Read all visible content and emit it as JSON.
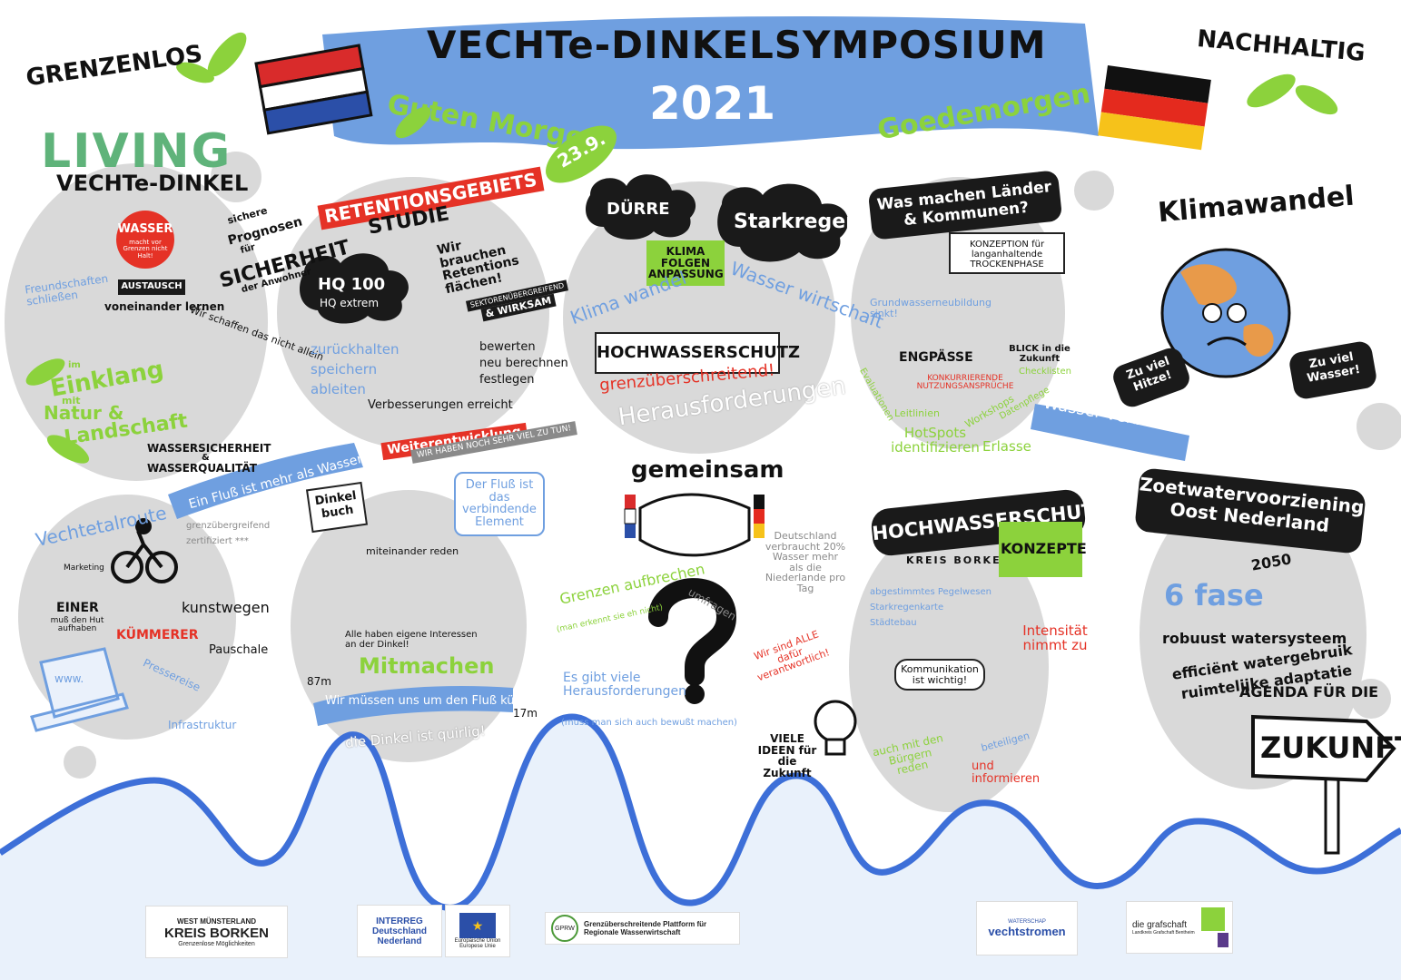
{
  "header": {
    "title": "VECHTe-DINKELSYMPOSIUM",
    "year": "2021",
    "left_word": "GRENZENLOS",
    "right_word": "NACHHALTIG",
    "greeting_de": "Guten Morgen",
    "greeting_nl": "Goedemorgen",
    "date": "23.9."
  },
  "living": {
    "title": "LIVING",
    "subtitle": "VECHTe-DINKEL",
    "wasser": "WASSER",
    "wasser_sub": "macht vor Grenzen nicht Halt!",
    "austausch": "AUSTAUSCH",
    "voneinander": "voneinander lernen",
    "freundschaften": "Freundschaften schließen",
    "einklang_im": "im",
    "einklang": "Einklang",
    "mit": "mit",
    "natur": "Natur &",
    "landschaft": "Landschaft",
    "wassersicherheit": "WASSERSICHERHEIT",
    "amp": "&",
    "wasserqualitaet": "WASSERQUALITÄT",
    "sichere": "sichere",
    "prognosen": "Prognosen",
    "fuer": "für",
    "sicherheit": "SICHERHEIT",
    "der_anwohner": "der Anwohner",
    "schaffen": "Wir schaffen das nicht allein"
  },
  "retention": {
    "title1": "RETENTIONSGEBIETS",
    "title2": "STUDIE",
    "hq100": "HQ 100",
    "hqextrem": "HQ extrem",
    "brauchen": "Wir brauchen Retentions flächen!",
    "sektoren": "SEKTORENÜBERGREIFEND",
    "wirksam": "& WIRKSAM",
    "list": [
      "zurückhalten",
      "speichern",
      "ableiten"
    ],
    "bewerten": [
      "bewerten",
      "neu berechnen",
      "festlegen"
    ],
    "verbesserungen": "Verbesserungen erreicht",
    "weiterentwicklung": "Weiterentwicklung",
    "viel_zu_tun": "WIR HABEN NOCH SEHR VIEL ZU TUN!"
  },
  "center": {
    "duerre": "DÜRRE",
    "starkregen": "Starkregen",
    "klima": "KLIMA FOLGEN ANPASSUNG",
    "klimawandel": "Klima wandel",
    "wasserwirtschaft": "Wasser wirtschaft",
    "hochwasserschutz": "HOCHWASSERSCHUTZ",
    "grenzueberschreitend": "grenzüberschreitend!",
    "herausforderungen": "Herausforderungen"
  },
  "laender": {
    "frage": "Was machen Länder & Kommunen?",
    "konzeption1": "KONZEPTION für",
    "konzeption2": "langanhaltende TROCKENPHASE",
    "grundwasser": "Grundwasserneubildung sinkt!",
    "engpaesse": "ENGPÄSSE",
    "blick": "BLICK in die Zukunft",
    "konkurrierende": "KONKURRIERENDE NUTZUNGSANSPRÜCHE",
    "evaluationen": "Evaluationen",
    "leitlinien": "Leitlinien",
    "workshops": "Workshops",
    "datenpflege": "Datenpflege",
    "checklisten": "Checklisten",
    "hotspots": "HotSpots identifizieren",
    "erlasse": "Erlasse",
    "wasser_verbindet": "Wasser verbindet"
  },
  "klimawandel": {
    "title": "Klimawandel",
    "hitze": "Zu viel Hitze!",
    "wasser": "Zu viel Wasser!"
  },
  "vechtetal": {
    "title": "Vechtetalroute",
    "fluss": "Ein Fluß ist mehr als Wasser",
    "grenz": "grenzübergreifend",
    "zertifiziert": "zertifiziert ***",
    "marketing": "Marketing",
    "einer": "EINER",
    "hut": "muß den Hut aufhaben",
    "kuemmerer": "KÜMMERER",
    "kunstwegen": "kunstwegen",
    "pauschale": "Pauschale",
    "www": "www.",
    "pressereise": "Pressereise",
    "infrastruktur": "Infrastruktur"
  },
  "dinkel": {
    "buch": "Dinkel buch",
    "fluss_element": "Der Fluß ist das verbindende Element",
    "miteinander": "miteinander reden",
    "interessen": "Alle haben eigene Interessen an der Dinkel!",
    "mitmachen": "Mitmachen",
    "m87": "87m",
    "m17": "17m",
    "kuemmern": "Wir müssen uns um den Fluß kümmern",
    "quirlig": "die Dinkel ist quirlig!"
  },
  "gemeinsam": {
    "title": "gemeinsam",
    "grenzen": "Grenzen aufbrechen",
    "grenzen_sub": "(man erkennt sie eh nicht)",
    "umfragen": "umfragen",
    "deutschland": "Deutschland verbraucht 20% Wasser mehr als die Niederlande pro Tag",
    "alle": "Wir sind ALLE dafür verantwortlich!",
    "gibt": "Es gibt viele Herausforderungen",
    "gibt_sub": "(muss man sich auch bewußt machen)",
    "ideen": "VIELE IDEEN für die Zukunft"
  },
  "hws": {
    "title": "HOCHWASSERSCHUTZ",
    "kreis": "KREIS BORKEN",
    "konzepte": "KONZEPTE",
    "list": [
      "abgestimmtes Pegelwesen",
      "Starkregenkarte",
      "Städtebau"
    ],
    "intensitaet": "Intensität nimmt zu",
    "kommunikation": "Kommunikation ist wichtig!",
    "buerger": "auch mit den Bürgern reden",
    "beteiligen": "beteiligen",
    "informieren": "und informieren"
  },
  "zoetwater": {
    "title1": "Zoetwatervoorziening",
    "title2": "Oost Nederland",
    "fase": "6 fase",
    "year": "2050",
    "items": [
      "robuust watersysteem",
      "efficiënt watergebruik",
      "ruimtelijke adaptatie"
    ],
    "agenda": "AGENDA FÜR DIE",
    "zukunft": "ZUKUNFT"
  },
  "logos": {
    "kreis_borken_top": "WEST MÜNSTERLAND",
    "kreis_borken_main": "KREIS BORKEN",
    "kreis_borken_sub": "Grenzenlose Möglichkeiten",
    "interreg": "INTERREG Deutschland Nederland",
    "eu": "Europäische Union Europese Unie",
    "gprw": "GPRW",
    "gprw_text": "Grenzüberschreitende Plattform für Regionale Wasserwirtschaft",
    "vechtstromen_top": "WATERSCHAP",
    "vechtstromen": "vechtstromen",
    "grafschaft": "die grafschaft",
    "grafschaft_sub": "Landkreis Grafschaft Bentheim"
  },
  "colors": {
    "banner": "#6f9fe0",
    "bubble": "#d9d9d9",
    "river": "#3d6fd8",
    "water_bg": "#e9f1fb",
    "green": "#8cd23c",
    "red": "#e53226"
  }
}
